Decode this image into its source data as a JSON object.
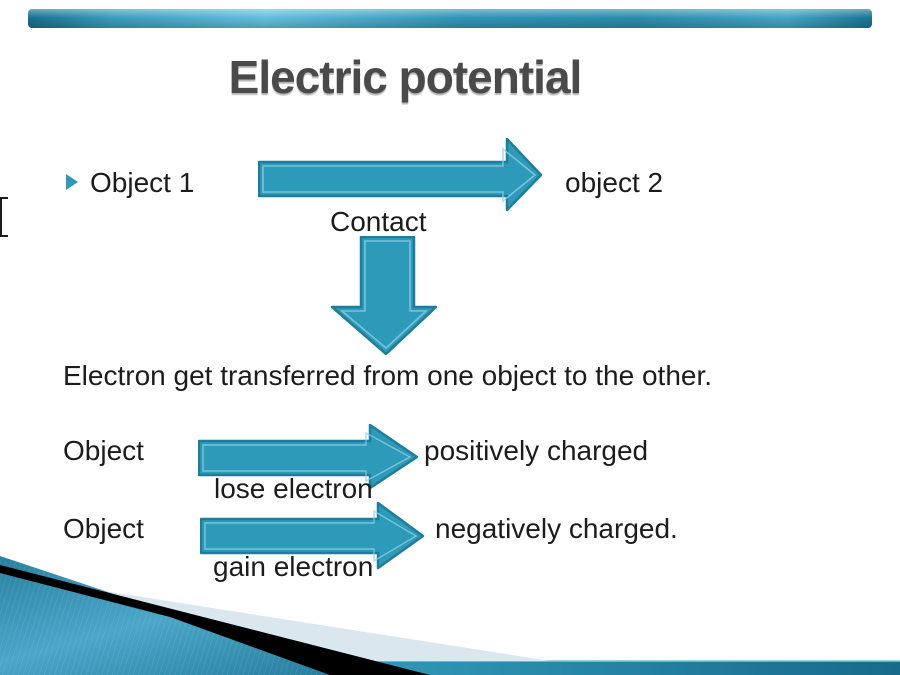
{
  "slide": {
    "title": "Electric potential",
    "bullet_row": {
      "object1": "Object 1",
      "object2": "object 2"
    },
    "contact_label": "Contact",
    "paragraph": "Electron get transferred from one object to the other.",
    "row_positive": {
      "object": "Object",
      "result": "positively charged",
      "sub": "lose electron"
    },
    "row_negative": {
      "object": "Object",
      "result": "negatively charged.",
      "sub": "gain electron"
    },
    "theme": {
      "accent_teal": "#2e9aba",
      "arrow_border": "#1d7e9b",
      "arrow_highlight": "#8ed2e4",
      "title_color": "#4a4a4a",
      "body_text_color": "#1c1c1c",
      "pale_blue": "#dbe7ef",
      "deco_black": "#000000"
    }
  }
}
